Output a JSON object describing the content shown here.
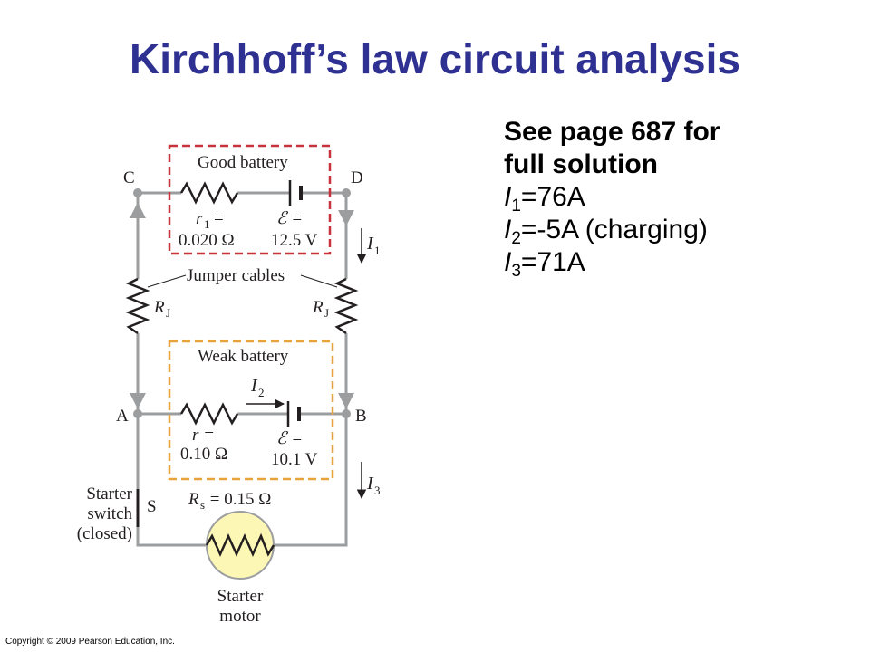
{
  "title": "Kirchhoff’s law circuit analysis",
  "notes": {
    "line1": "See page 687 for",
    "line2": "full solution",
    "i1": {
      "letter": "I",
      "sub": "1",
      "value": "=76A"
    },
    "i2": {
      "letter": "I",
      "sub": "2",
      "value": "=-5A (charging)"
    },
    "i3": {
      "letter": "I",
      "sub": "3",
      "value": "=71A"
    }
  },
  "copyright": "Copyright © 2009 Pearson Education, Inc.",
  "circuit": {
    "nodes": {
      "c": "C",
      "d": "D",
      "a": "A",
      "b": "B",
      "s": "S"
    },
    "good_battery": {
      "label": "Good battery",
      "r_label": "r",
      "r_sub": "1",
      "r_value": "0.020 Ω",
      "emf_value": "12.5 V"
    },
    "weak_battery": {
      "label": "Weak battery",
      "r_label": "r =",
      "r_value": "0.10 Ω",
      "emf_value": "10.1 V"
    },
    "jumper_cables": "Jumper cables",
    "rj_label": "R",
    "rj_sub": "J",
    "emf_symbol": "ℰ =",
    "equals": "=",
    "current_1": {
      "letter": "I",
      "sub": "1"
    },
    "current_2": {
      "letter": "I",
      "sub": "2"
    },
    "current_3": {
      "letter": "I",
      "sub": "3"
    },
    "starter_resistance": {
      "letter": "R",
      "sub": "s",
      "value": " = 0.15 Ω"
    },
    "starter_switch": [
      "Starter",
      "switch",
      "(closed)"
    ],
    "starter_motor": [
      "Starter",
      "motor"
    ],
    "colors": {
      "wire": "#9b9d9f",
      "good_box": "#c8323c",
      "weak_box": "#e8a43a",
      "motor_fill": "#fdf7b6",
      "title": "#2e3192"
    }
  }
}
